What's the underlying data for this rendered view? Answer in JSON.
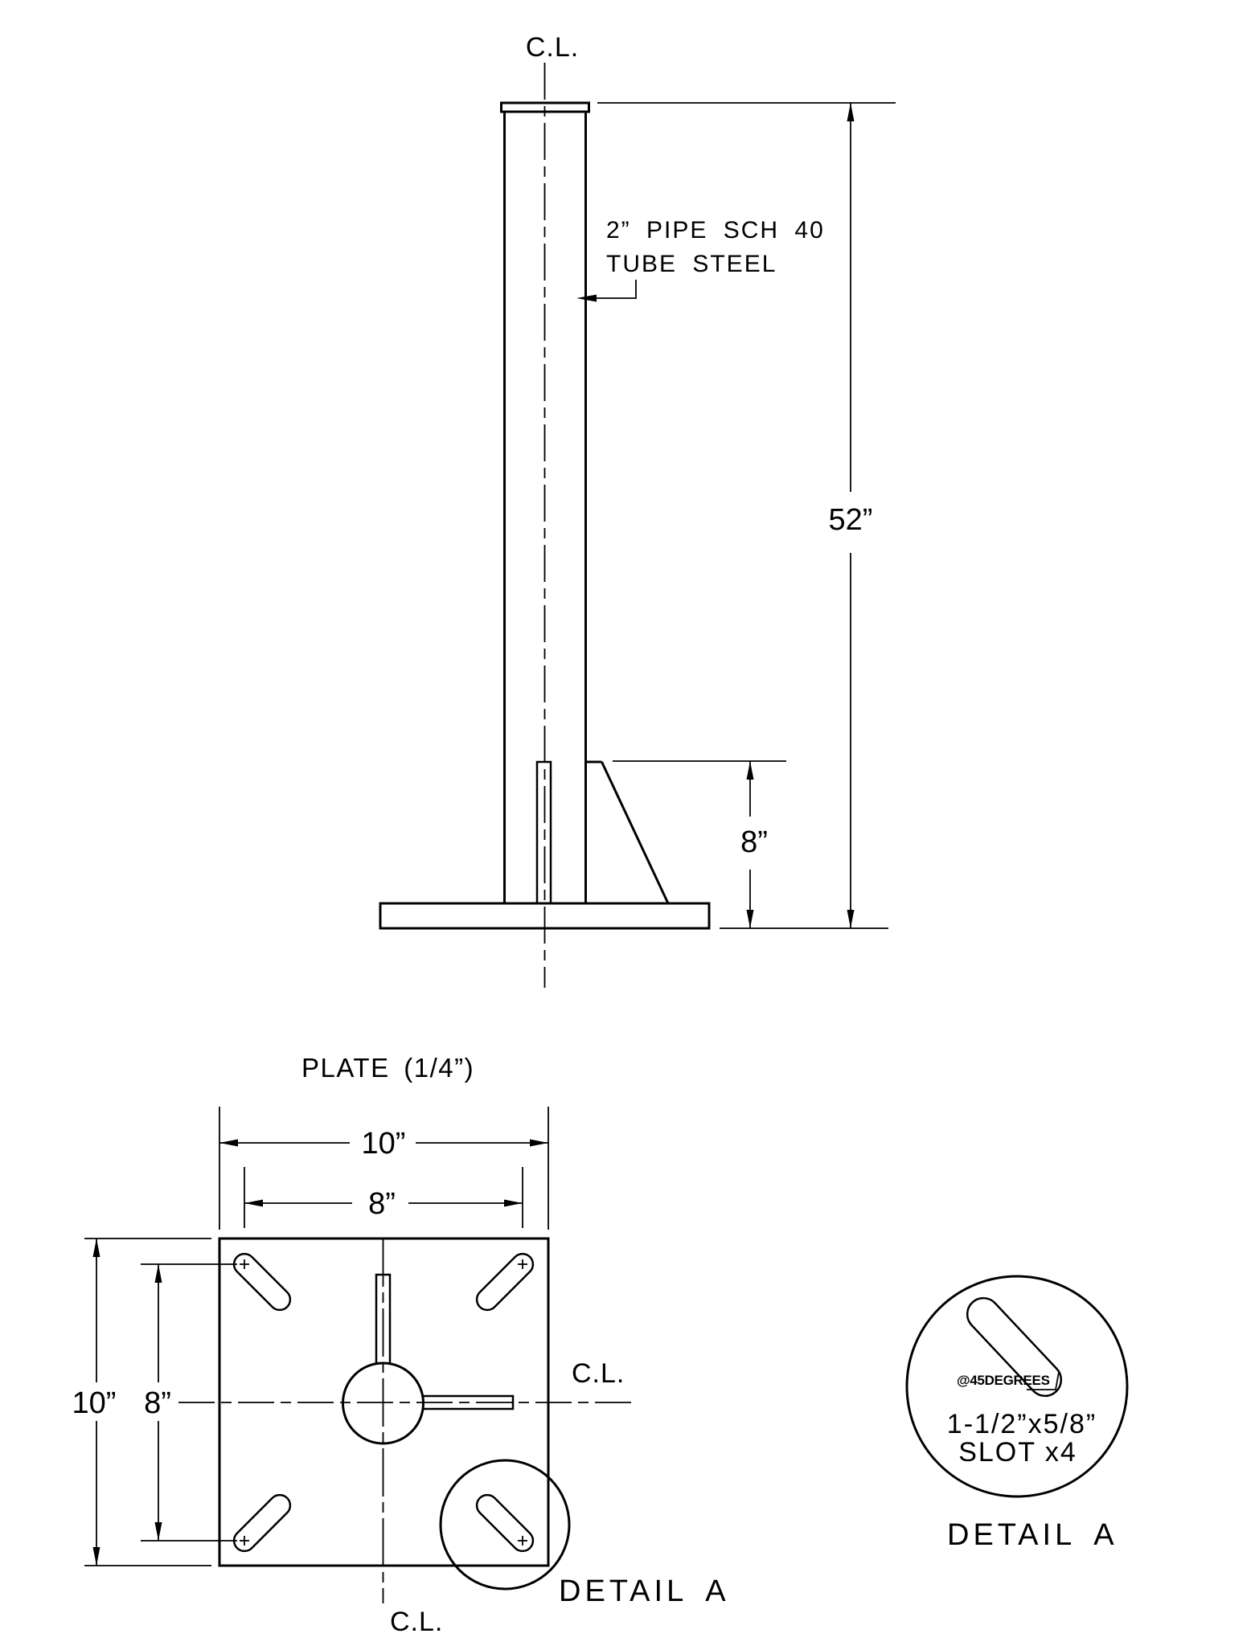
{
  "colors": {
    "ink": "#000000",
    "paper": "#ffffff"
  },
  "elevation": {
    "centerline_label": "C.L.",
    "pipe_note_line1": "2” PIPE SCH 40",
    "pipe_note_line2": "TUBE STEEL",
    "overall_height_dim": "52”",
    "gusset_height_dim": "8”"
  },
  "plan": {
    "title": "PLATE (1/4”)",
    "overall_width_dim": "10”",
    "slot_spacing_h_dim": "8”",
    "overall_height_dim": "10”",
    "slot_spacing_v_dim": "8”",
    "centerline_label_right": "C.L.",
    "centerline_label_bottom": "C.L.",
    "detail_callout": "DETAIL A"
  },
  "detail_a": {
    "watermark": "@45DEGREES",
    "slot_size_note": "1-1/2”x5/8”",
    "slot_count_note": "SLOT x4",
    "caption": "DETAIL A"
  }
}
